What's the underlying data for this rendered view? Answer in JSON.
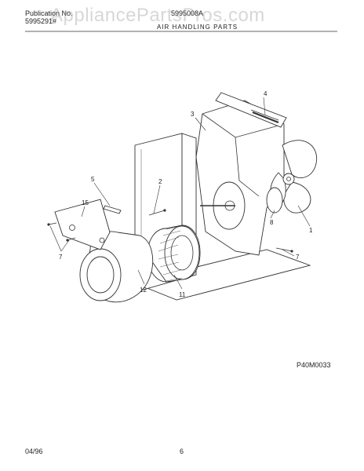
{
  "header": {
    "publication_label": "Publication No.",
    "publication_number": "5995291#",
    "model_number": "5995008A",
    "section_title": "AIR HANDLING PARTS"
  },
  "watermark": "AppliancePartsPros.com",
  "diagram": {
    "code": "P40M0033",
    "part_labels": [
      "1",
      "2",
      "3",
      "4",
      "5",
      "7",
      "7",
      "8",
      "11",
      "12",
      "15"
    ]
  },
  "footer": {
    "date": "04/96",
    "page": "6"
  }
}
